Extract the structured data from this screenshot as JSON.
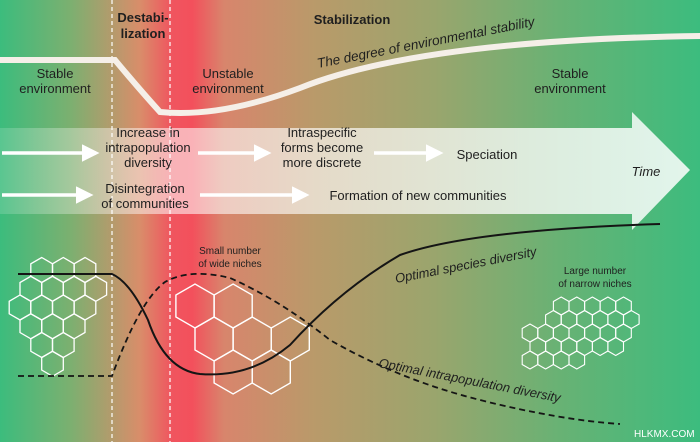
{
  "phases": {
    "destabilization": [
      "Destabi-",
      "lization"
    ],
    "stabilization": "Stabilization"
  },
  "stability_curve_label": "The degree  of environmental stability",
  "states": {
    "left": [
      "Stable",
      "environment"
    ],
    "middle": [
      "Unstable",
      "environment"
    ],
    "right": [
      "Stable",
      "environment"
    ]
  },
  "time_label": "Time",
  "process_row1": {
    "step1": [
      "Increase in",
      "intrapopulation",
      "diversity"
    ],
    "step2": [
      "Intraspecific",
      "forms become",
      "more discrete"
    ],
    "step3": "Speciation"
  },
  "process_row2": {
    "step1": [
      "Disintegration",
      "of communities"
    ],
    "step2": "Formation of new communities"
  },
  "niches": {
    "wide": [
      "Small number",
      "of wide niches"
    ],
    "narrow": [
      "Large number",
      "of narrow niches"
    ]
  },
  "curves": {
    "species": "Optimal species diversity",
    "intrapopulation": "Optimal intrapopulation diversity"
  },
  "watermark": "HLKMX.COM",
  "colors": {
    "stable_green": "#3dbb7c",
    "unstable_red": "#f0515d",
    "arrow_fill": "#f3f7f2",
    "arrow_white": "#ffffff",
    "curve_stroke": "#151515",
    "stability_curve": "#f3ece6"
  }
}
